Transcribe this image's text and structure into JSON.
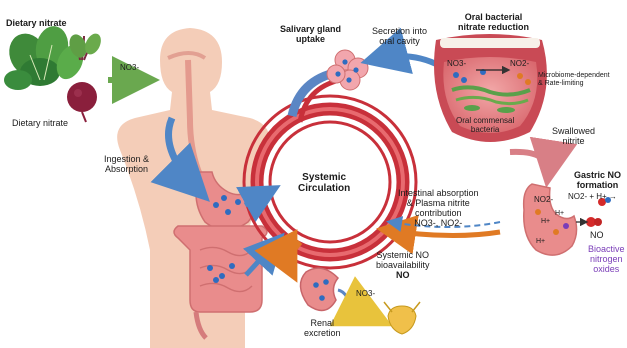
{
  "labels": {
    "dietary_title": "Dietary nitrate",
    "dietary_sub": "Dietary nitrate",
    "no3_left": "NO3-",
    "ingestion_1": "Ingestion &",
    "ingestion_2": "Absorption",
    "salivary_1": "Salivary gland",
    "salivary_2": "uptake",
    "secretion_1": "Secretion into",
    "secretion_2": "oral cavity",
    "oral_title_1": "Oral bacterial",
    "oral_title_2": "nitrate reduction",
    "tongue_no3": "NO3-",
    "tongue_no2": "NO2-",
    "commensal_1": "Oral commensal",
    "commensal_2": "bacteria",
    "microbiome_1": "Microbiome-dependent",
    "microbiome_2": "& Rate-limiting",
    "swallowed_1": "Swallowed",
    "swallowed_2": "nitrite",
    "systemic_1": "Systemic",
    "systemic_2": "Circulation",
    "intestinal_1": "Intestinal absorption",
    "intestinal_2": "& Plasma nitrite",
    "intestinal_3": "contribution",
    "intestinal_4": "NO3-, NO2-",
    "gastric_1": "Gastric NO",
    "gastric_2": "formation",
    "gastric_eq": "NO2- + H+ →",
    "stomach_no2": "NO2-",
    "stomach_h1": "H+",
    "stomach_h2": "H+",
    "stomach_h3": "H+",
    "no_mol": "NO",
    "bioactive_1": "Bioactive",
    "bioactive_2": "nitrogen",
    "bioactive_3": "oxides",
    "sysno_1": "Systemic NO",
    "sysno_2": "bioavailability",
    "sysno_3": "NO",
    "no3_kidney": "NO3-",
    "renal_1": "Renal",
    "renal_2": "excretion"
  },
  "colors": {
    "body_skin": "#f4cdb8",
    "organ_pink": "#e98c8c",
    "vessel_red": "#c8303a",
    "vessel_blue": "#5b86c4",
    "arrow_blue": "#4f86c6",
    "arrow_green": "#6aa84f",
    "arrow_pink": "#d87f86",
    "arrow_orange": "#e07a24",
    "arrow_yellow": "#e8c33c",
    "dot_blue": "#2f6cc0",
    "accent_purple": "#7a3db8"
  }
}
